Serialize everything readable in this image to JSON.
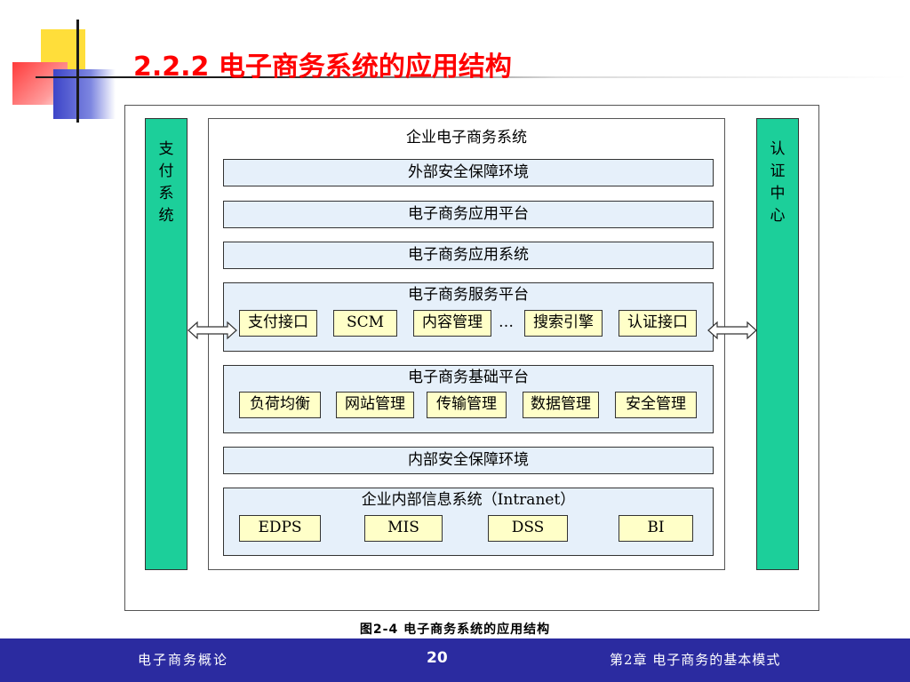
{
  "slide": {
    "title": "2.2.2 电子商务系统的应用结构",
    "figure_caption": "图2-4   电子商务系统的应用结构"
  },
  "diagram": {
    "left_bar": [
      "支",
      "付",
      "系",
      "统"
    ],
    "right_bar": [
      "认",
      "证",
      "中",
      "心"
    ],
    "system_label": "企业电子商务系统",
    "layers": {
      "external_security": "外部安全保障环境",
      "app_platform": "电子商务应用平台",
      "app_system": "电子商务应用系统",
      "service_platform": {
        "title": "电子商务服务平台",
        "items": [
          "支付接口",
          "SCM",
          "内容管理",
          "搜索引擎",
          "认证接口"
        ],
        "ellipsis": "…"
      },
      "base_platform": {
        "title": "电子商务基础平台",
        "items": [
          "负荷均衡",
          "网站管理",
          "传输管理",
          "数据管理",
          "安全管理"
        ]
      },
      "internal_security": "内部安全保障环境",
      "intranet": {
        "title": "企业内部信息系统（Intranet）",
        "items": [
          "EDPS",
          "MIS",
          "DSS",
          "BI"
        ]
      }
    }
  },
  "footer": {
    "course": "电子商务概论",
    "page": "20",
    "chapter": "第2章   电子商务的基本模式"
  },
  "colors": {
    "title": "#ff0000",
    "side_bar": "#1ccf9a",
    "layer_fill": "#e6f0fa",
    "chip_fill": "#ffffc8",
    "footer_bg": "#2b2ba0"
  }
}
